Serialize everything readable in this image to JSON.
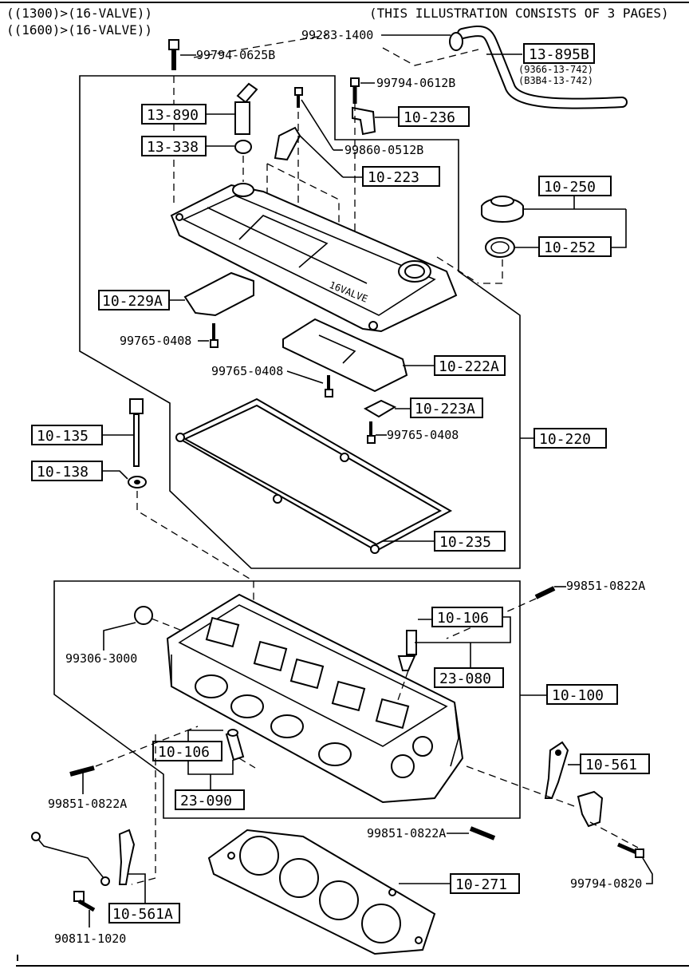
{
  "header": {
    "line1": "((1300)>(16-VALVE))",
    "line2": "((1600)>(16-VALVE))",
    "note": "(THIS ILLUSTRATION CONSISTS OF  3 PAGES)"
  },
  "callouts": {
    "c13_895B": "13-895B",
    "c13_895B_sub1": "(9366-13-742)",
    "c13_895B_sub2": "(B3B4-13-742)",
    "c13_890": "13-890",
    "c13_338": "13-338",
    "c10_236": "10-236",
    "c10_223": "10-223",
    "c10_250": "10-250",
    "c10_252": "10-252",
    "c10_229A": "10-229A",
    "c10_222A": "10-222A",
    "c10_223A": "10-223A",
    "c10_135": "10-135",
    "c10_138": "10-138",
    "c10_220": "10-220",
    "c10_235": "10-235",
    "c10_106a": "10-106",
    "c23_080": "23-080",
    "c10_100": "10-100",
    "c10_106b": "10-106",
    "c23_090": "23-090",
    "c10_561": "10-561",
    "c10_561A": "10-561A",
    "c10_271": "10-271"
  },
  "parts": {
    "p99283_1400": "99283-1400",
    "p99794_0625B": "99794-0625B",
    "p99794_0612B": "99794-0612B",
    "p99860_0512B": "99860-0512B",
    "p99765_0408a": "99765-0408",
    "p99765_0408b": "99765-0408",
    "p99765_0408c": "99765-0408",
    "p99851_0822Aa": "99851-0822A",
    "p99306_3000": "99306-3000",
    "p99851_0822Ab": "99851-0822A",
    "p99851_0822Ac": "99851-0822A",
    "p99794_0820": "99794-0820",
    "p90811_1020": "90811-1020"
  },
  "cover_text": "16VALVE"
}
